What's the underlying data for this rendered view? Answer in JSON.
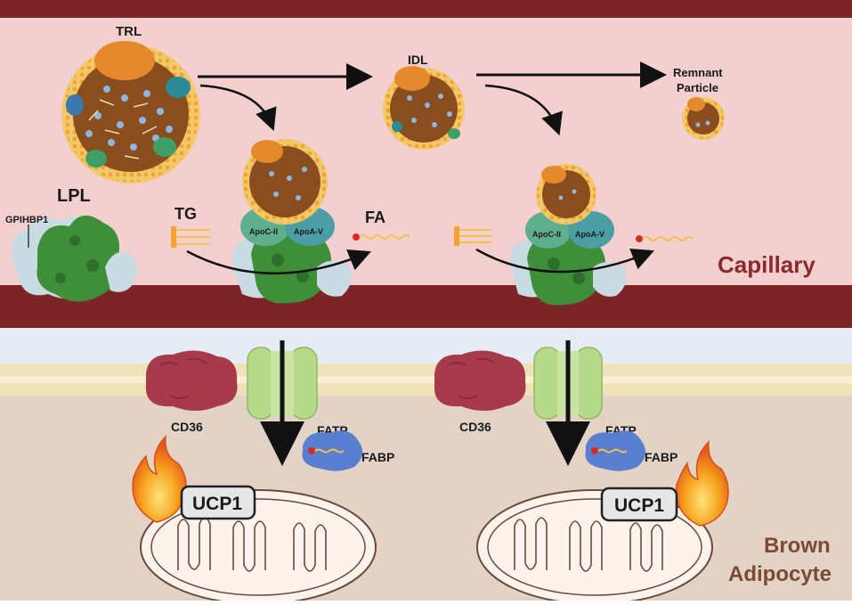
{
  "labels": {
    "trl": "TRL",
    "idl": "IDL",
    "remnant_line1": "Remnant",
    "remnant_line2": "Particle",
    "lpl": "LPL",
    "gpihbp1": "GPIHBP1",
    "tg": "TG",
    "fa": "FA",
    "apoc2": "ApoC-II",
    "apoa5": "ApoA-V",
    "capillary": "Capillary",
    "cd36": "CD36",
    "fatp": "FATP",
    "fabp": "FABP",
    "ucp1": "UCP1",
    "brown": "Brown",
    "adipocyte": "Adipocyte"
  },
  "colors": {
    "capillary_lumen": "#f3cfd0",
    "vessel_wall": "#7d2526",
    "membrane": "#efe2b8",
    "cytoplasm": "#e3d3c7",
    "lipoprotein_core": "#8a4e1e",
    "lpl_green": "#3e8e3a",
    "gpihbp1_blue": "#c9dbe2",
    "cd36": "#a83a4e",
    "fatp": "#b6d98a",
    "fabp": "#5b7fd0",
    "mito": "#fbf3ec",
    "ucp1_box": "#e6e6e6",
    "flame": "#f08a1e"
  },
  "icons": [
    "lipoprotein-icon",
    "lpl-enzyme-icon",
    "cd36-icon",
    "fatp-channel-icon",
    "fabp-icon",
    "mitochondrion-icon",
    "flame-icon"
  ]
}
